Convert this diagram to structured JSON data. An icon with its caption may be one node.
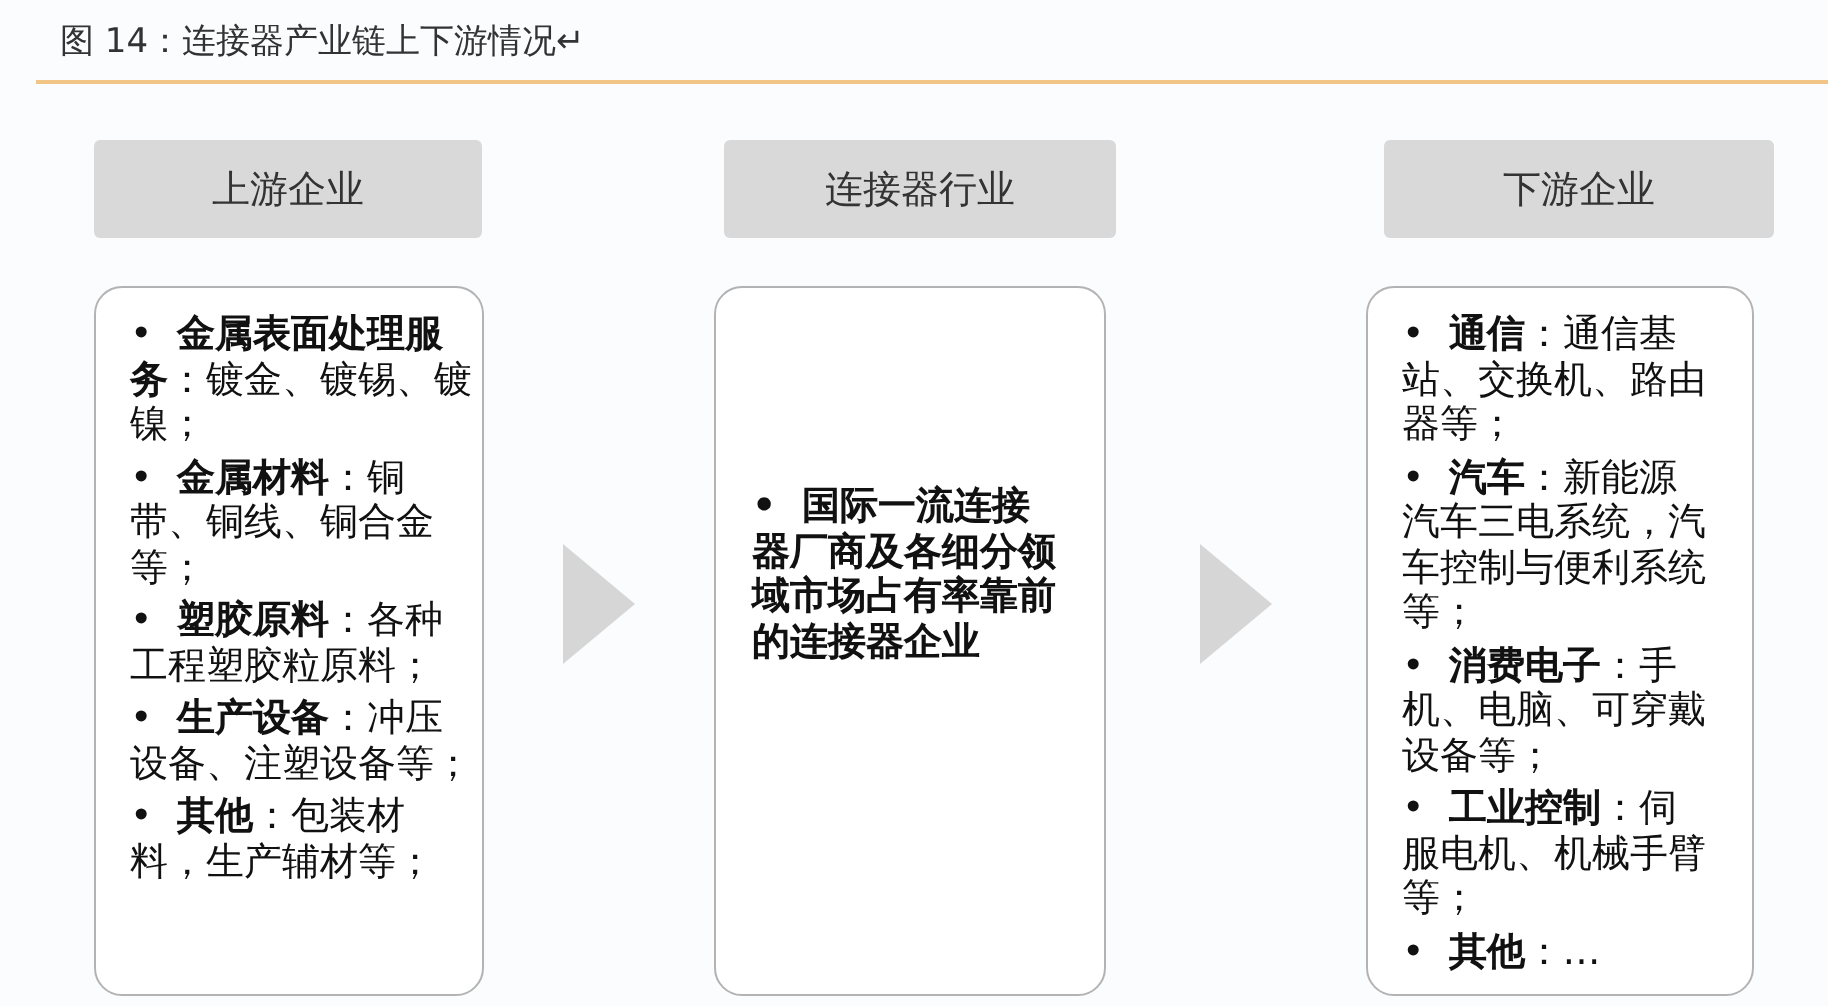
{
  "diagram": {
    "title": "图 14：连接器产业链上下游情况↵",
    "nodes": [
      {
        "text": [
          "上游企业"
        ]
      },
      {
        "text": [
          "连接器行业"
        ]
      },
      {
        "text": [
          "下游企业"
        ]
      },
      {
        "text": [
          "• **金属表面处理服务**：镀金、镀锡、镀镍；",
          "• **金属材料**：铜带、铜线、铜合金等；",
          "• **塑胶原料**：各种工程塑胶粒原料；",
          "• **生产设备**：冲压设备、注塑设备等；",
          "• **其他**：包装材料，生产辅材等；"
        ]
      },
      {
        "text": [
          "• 国际一流连接器厂商及各细分领域市场占有率靠前的连接器企业"
        ]
      },
      {
        "text": [
          "• **通信**：通信基站、交换机、路由器等；",
          "• **汽车**：新能源汽车三电系统，汽车控制与便利系统等；",
          "• **消费电子**：手机、电脑、可穿戴设备等；",
          "• **工业控制**：伺服电机、机械手臂等；",
          "• **其他**：…"
        ]
      }
    ],
    "edges": [
      {
        "from": 3,
        "to": 4,
        "arrow": "to"
      },
      {
        "from": 4,
        "to": 5,
        "arrow": "to"
      }
    ]
  }
}
